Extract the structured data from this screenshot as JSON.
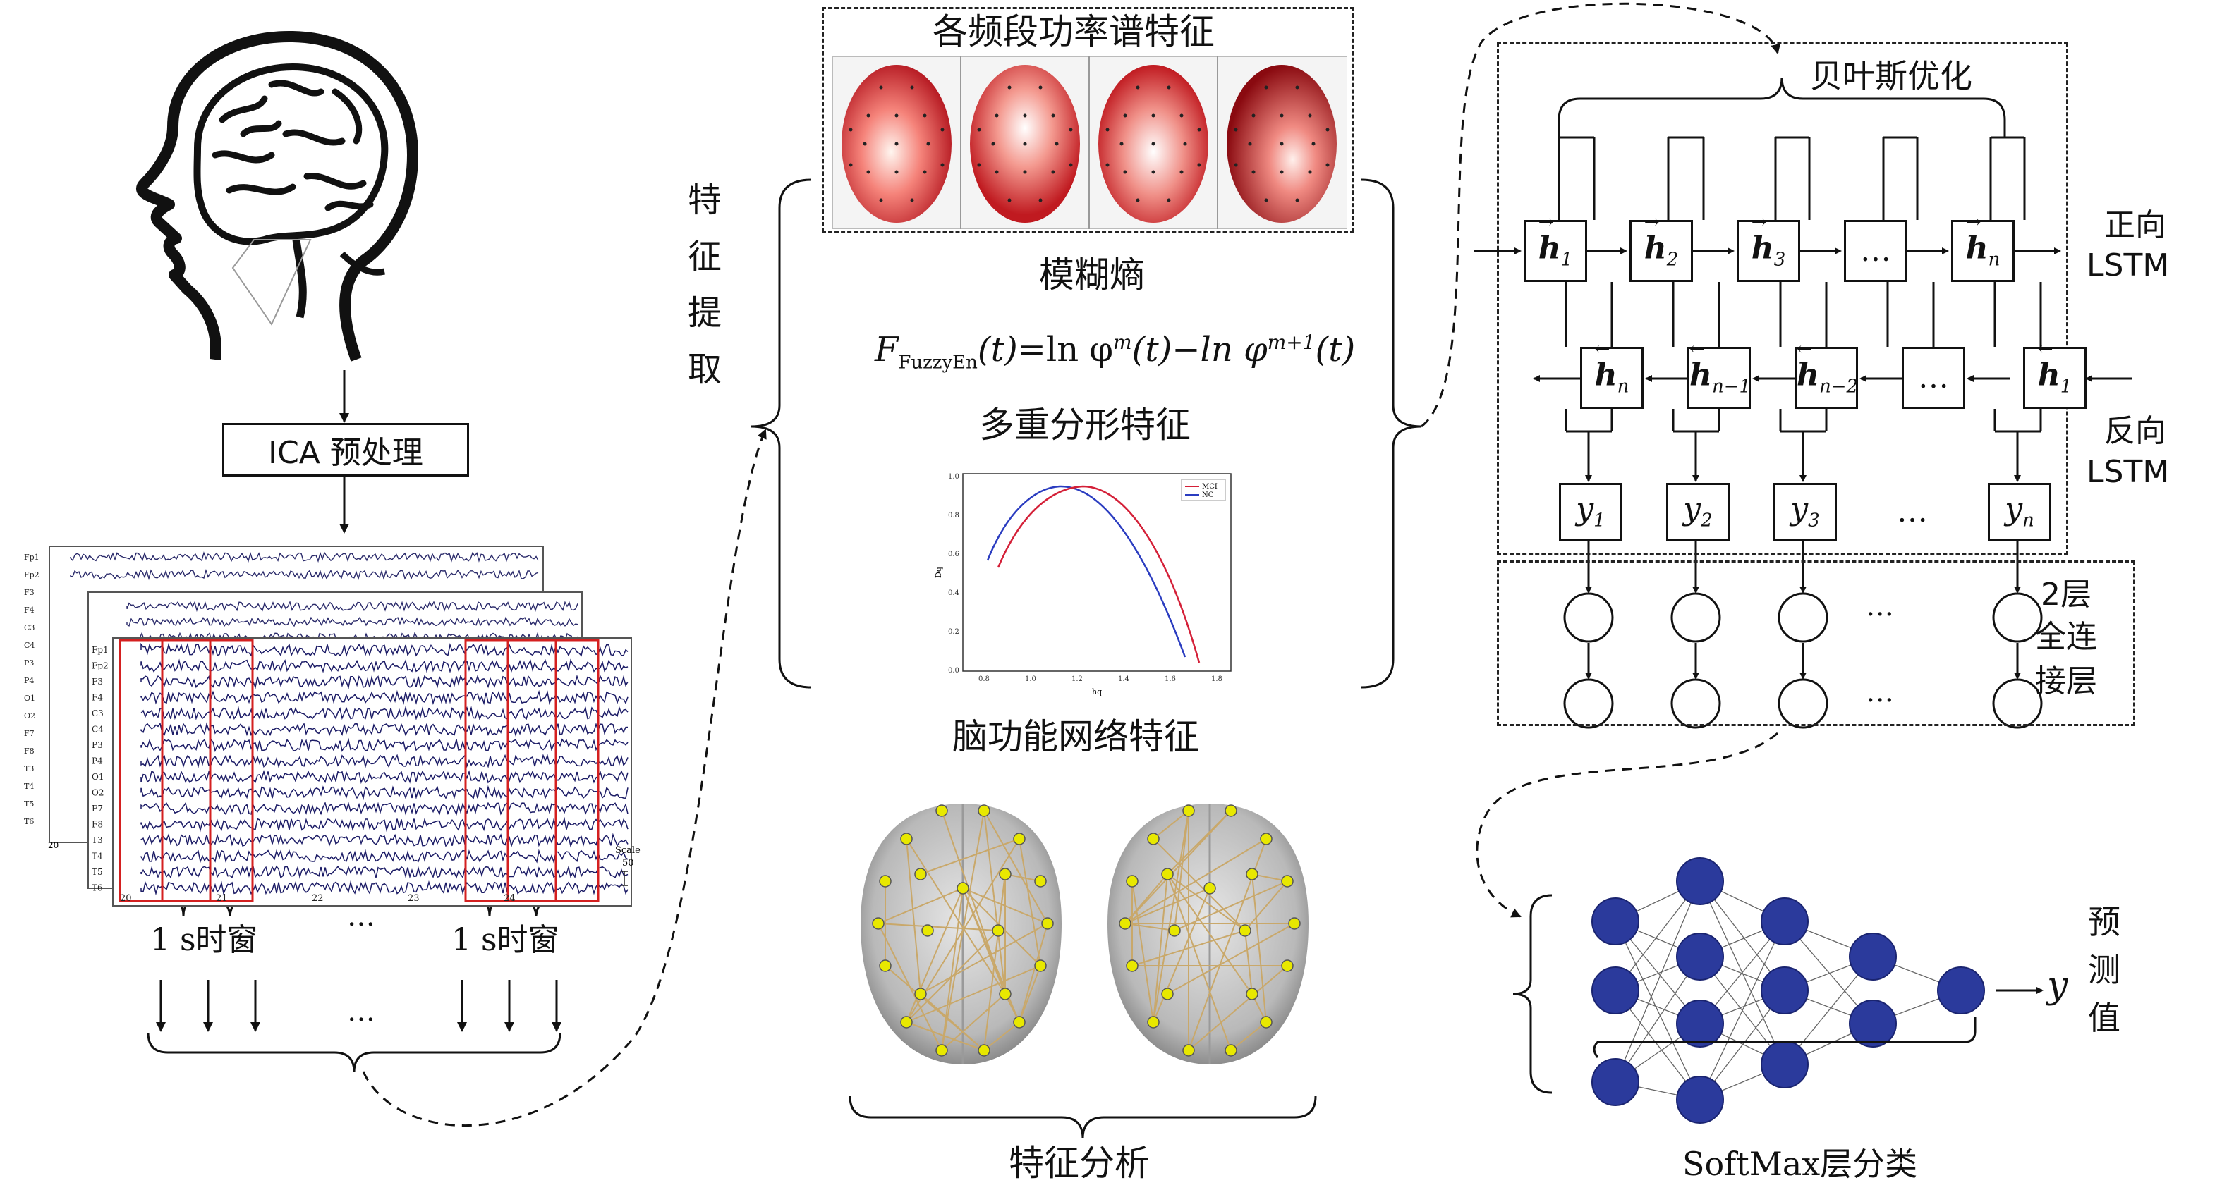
{
  "preprocessing": {
    "box_label": "ICA 预处理",
    "window_label": "1 s时窗",
    "ellipsis": "…",
    "channels_back": [
      "Fp1",
      "Fp2",
      "F3",
      "F4",
      "C3",
      "C4",
      "P3",
      "P4",
      "O1",
      "O2",
      "F7",
      "F8",
      "T3",
      "T4",
      "T5",
      "T6"
    ],
    "channels_front": [
      "Fp1",
      "Fp2",
      "F3",
      "F4",
      "C3",
      "C4",
      "P3",
      "P4",
      "O1",
      "O2",
      "F7",
      "F8",
      "T3",
      "T4",
      "T5",
      "T6"
    ],
    "time_ticks": [
      "20",
      "21",
      "22",
      "23",
      "24"
    ],
    "scale_label": "Scale",
    "scale_value": "50",
    "back_tick": "20"
  },
  "feature_extraction": {
    "label_chars": [
      "特",
      "征",
      "提",
      "取"
    ],
    "psd_title": "各频段功率谱特征",
    "fuzzy_entropy_title": "模糊熵",
    "formula": {
      "lhs": "F",
      "sub": "FuzzyEn",
      "arg": "(t)",
      "eq": "=ln φ",
      "sup1": "m",
      "mid": "(t)−ln φ",
      "sup2": "m+1",
      "end": "(t)"
    },
    "multifractal_title": "多重分形特征",
    "mf_chart": {
      "legend_mci": "MCI",
      "legend_nc": "NC",
      "ylabel": "Dq",
      "xlabel": "hq",
      "xticks": [
        "0.8",
        "1.0",
        "1.2",
        "1.4",
        "1.6",
        "1.8"
      ],
      "yticks": [
        "0.0",
        "0.2",
        "0.4",
        "0.6",
        "0.8",
        "1.0"
      ]
    },
    "network_title": "脑功能网络特征",
    "analysis_label": "特征分析"
  },
  "bilstm": {
    "bayes_label": "贝叶斯优化",
    "forward_label_1": "正向",
    "forward_label_2": "LSTM",
    "backward_label_1": "反向",
    "backward_label_2": "LSTM",
    "forward_cells": [
      {
        "main": "h",
        "sub": "1"
      },
      {
        "main": "h",
        "sub": "2"
      },
      {
        "main": "h",
        "sub": "3"
      },
      {
        "main": "…",
        "sub": ""
      },
      {
        "main": "h",
        "sub": "n"
      }
    ],
    "backward_cells": [
      {
        "main": "h",
        "sub": "n"
      },
      {
        "main": "h",
        "sub": "n−1"
      },
      {
        "main": "h",
        "sub": "n−2"
      },
      {
        "main": "…",
        "sub": ""
      },
      {
        "main": "h",
        "sub": "1"
      }
    ],
    "outputs": [
      {
        "main": "y",
        "sub": "1"
      },
      {
        "main": "y",
        "sub": "2"
      },
      {
        "main": "y",
        "sub": "3"
      },
      {
        "main": "…",
        "sub": ""
      },
      {
        "main": "y",
        "sub": "n"
      }
    ],
    "fc_label_1": "2层",
    "fc_label_2": "全连",
    "fc_label_3": "接层",
    "fc_ellipsis": "…"
  },
  "classifier": {
    "softmax_label": "SoftMax层分类",
    "output_var": "y",
    "pred_chars": [
      "预",
      "测",
      "值"
    ],
    "node_color": "#2b3a9c"
  }
}
